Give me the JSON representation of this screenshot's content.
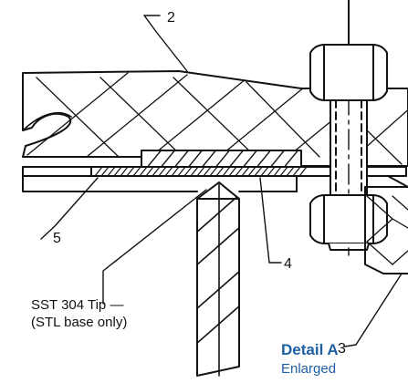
{
  "callouts": {
    "c2": "2",
    "c3": "3",
    "c4": "4",
    "c5": "5"
  },
  "tip_label": {
    "line1": "SST 304 Tip —",
    "line2": "(STL base only)"
  },
  "detail": {
    "title": "Detail A",
    "subtitle": "Enlarged"
  },
  "colors": {
    "line": "#111111",
    "detail_title": "#1f5fa3",
    "background": "#ffffff"
  }
}
